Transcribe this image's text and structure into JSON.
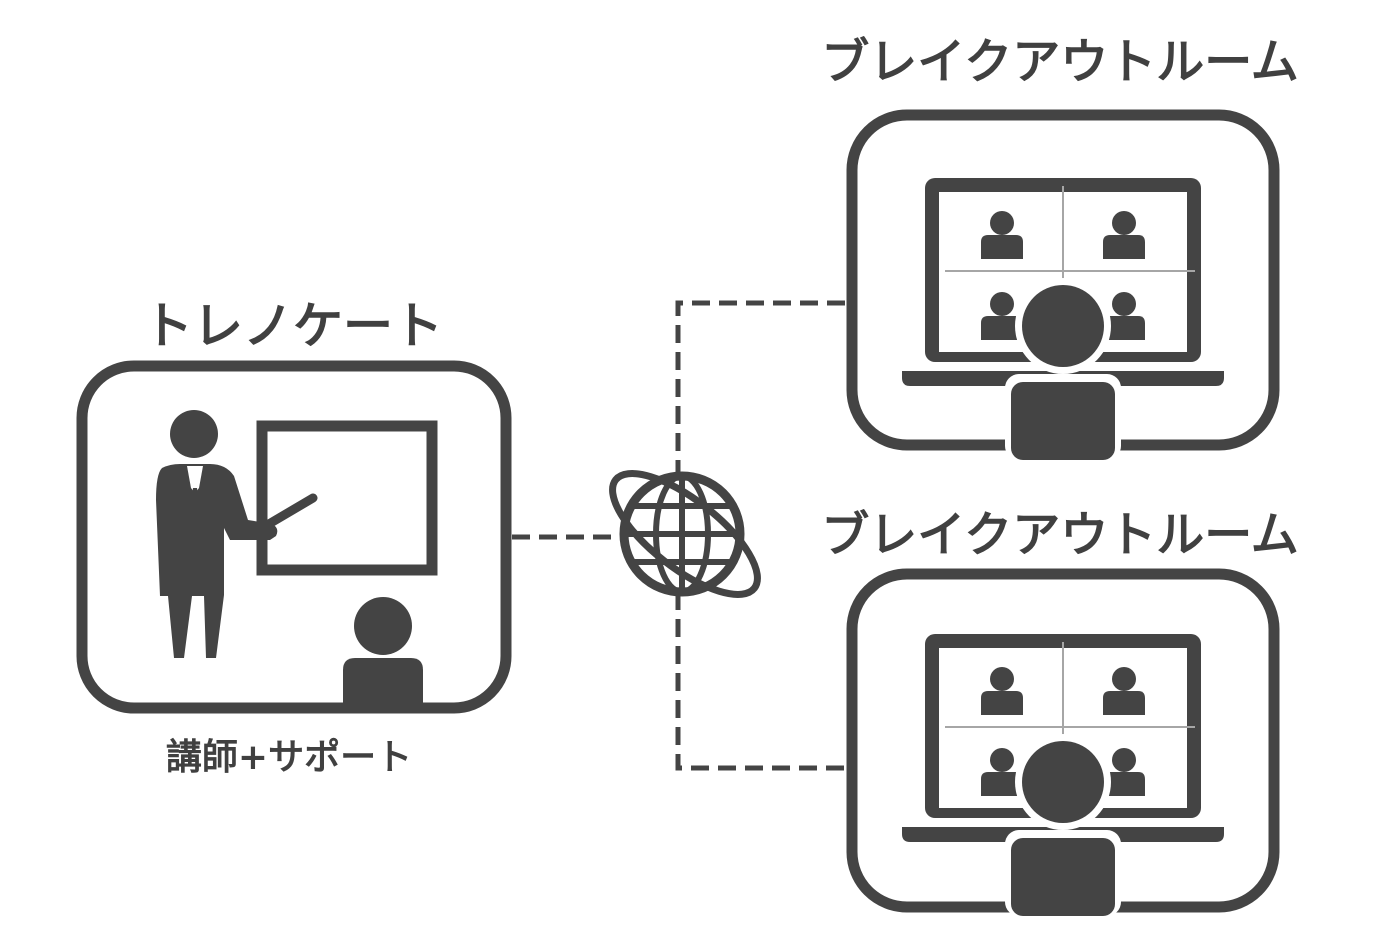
{
  "trainer": {
    "title": "トレノケート",
    "caption": "講師+サポート"
  },
  "rooms": [
    {
      "title": "ブレイクアウトルーム"
    },
    {
      "title": "ブレイクアウトルーム"
    }
  ],
  "colors": {
    "ink": "#444444",
    "text": "#404040",
    "screen_grid": "#a6a6a6",
    "background": "#ffffff"
  },
  "icons": {
    "internet": "globe-icon",
    "instructor": "presenter-icon",
    "participant": "person-icon",
    "meeting": "laptop-video-call-icon"
  }
}
